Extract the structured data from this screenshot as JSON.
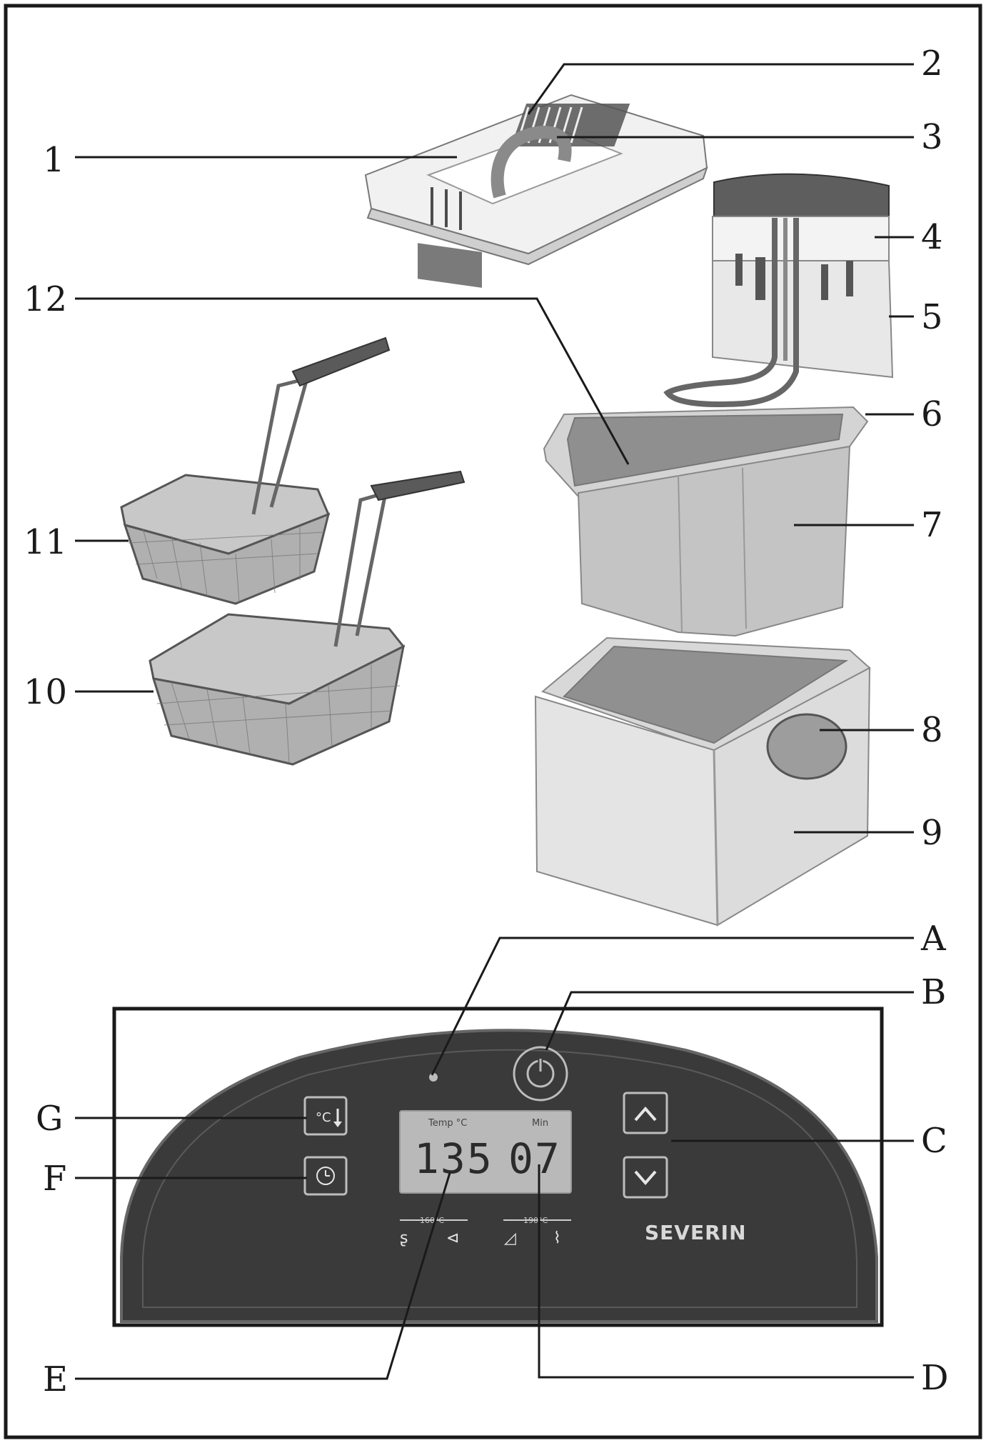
{
  "callouts": {
    "c1": "1",
    "c2": "2",
    "c3": "3",
    "c4": "4",
    "c5": "5",
    "c6": "6",
    "c7": "7",
    "c8": "8",
    "c9": "9",
    "c10": "10",
    "c11": "11",
    "c12": "12",
    "cA": "A",
    "cB": "B",
    "cC": "C",
    "cD": "D",
    "cE": "E",
    "cF": "F",
    "cG": "G"
  },
  "panel": {
    "lcd_temp_label": "Temp °C",
    "lcd_min_label": "Min",
    "temperature": "135",
    "minutes": "07",
    "temp_button_glyph": "°C",
    "brand": "SEVERIN",
    "range_left": "160°C",
    "range_right": "190°C"
  },
  "colors": {
    "outline": "#1a1a1a",
    "panel_body": "#3a3a3a",
    "lcd_bg": "#b9b9b9"
  }
}
